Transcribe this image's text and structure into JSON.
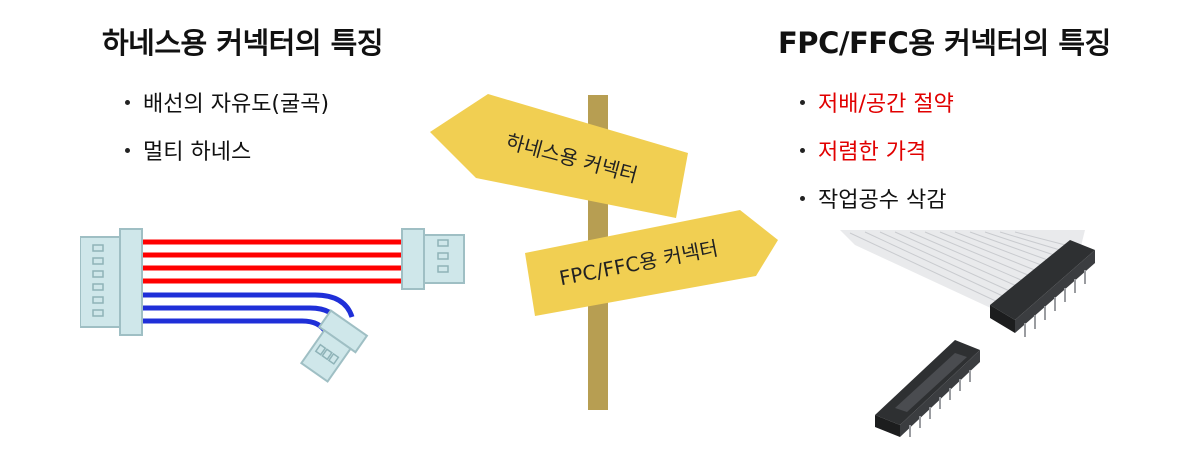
{
  "left": {
    "title": "하네스용 커넥터의 특징",
    "bullets": [
      "배선의 자유도(굴곡)",
      "멀티 하네스"
    ]
  },
  "right": {
    "title": "FPC/FFC용 커넥터의 특징",
    "bullets": [
      "저배/공간 절약",
      "저렴한 가격",
      "작업공수 삭감"
    ],
    "highlight_color": "#e10000"
  },
  "signpost": {
    "left_sign": "하네스용 커넥터",
    "right_sign": "FPC/FFC용 커넥터",
    "sign_color": "#f1cf52",
    "pole_color": "#b79e52"
  },
  "wires": {
    "red": "#ff0000",
    "blue": "#1f2fd8",
    "connector_fill": "#cfe7ea"
  }
}
